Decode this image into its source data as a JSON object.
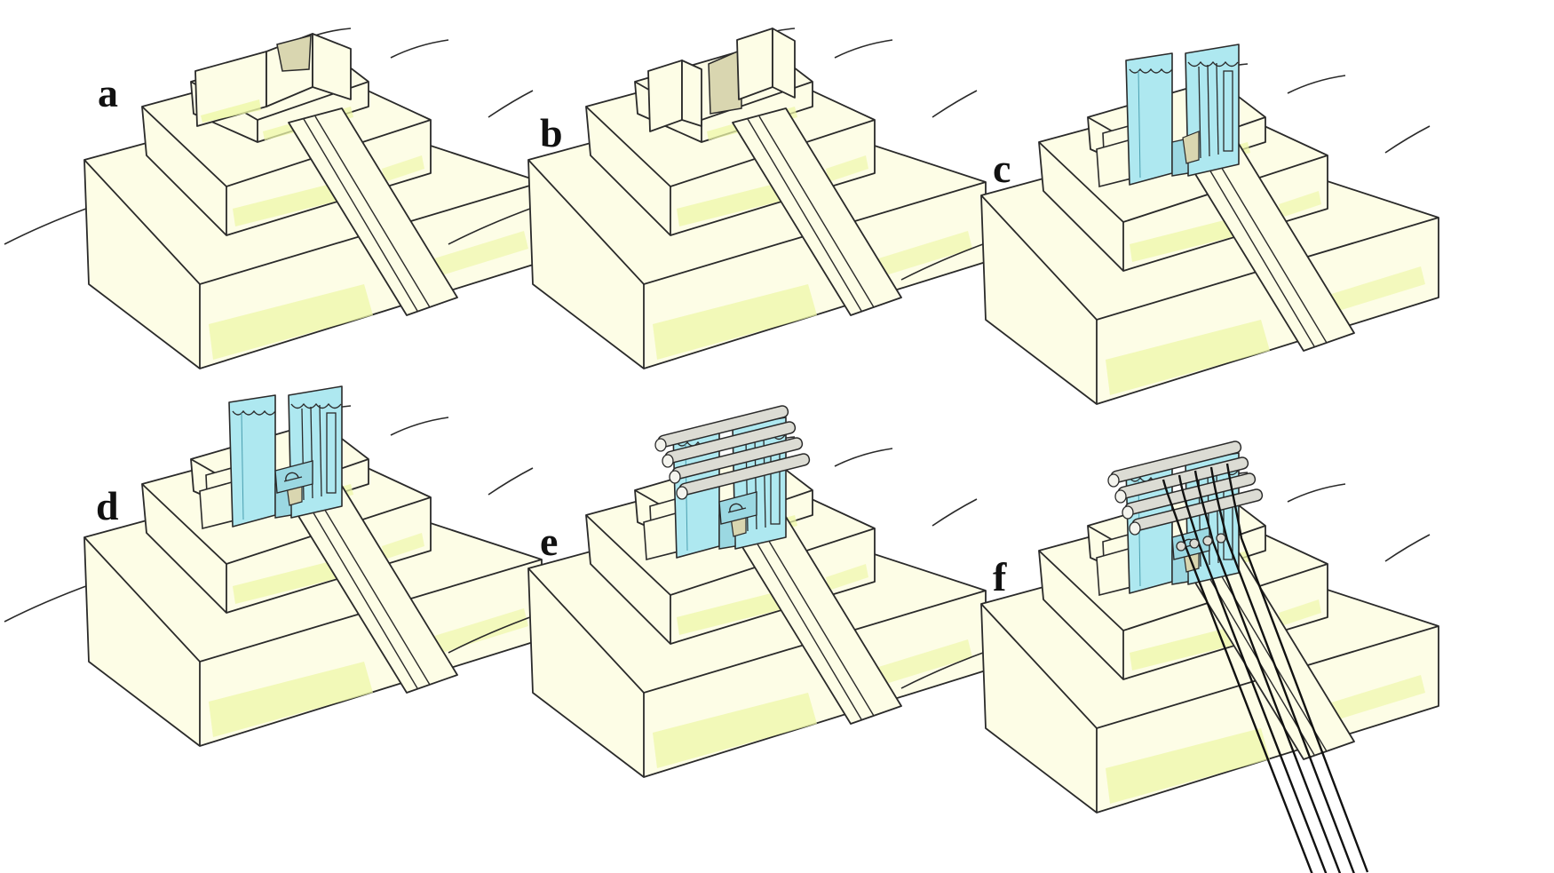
{
  "figure": {
    "panels": [
      {
        "label": "a",
        "stage": "base-notch",
        "has_clamp": false,
        "has_rods": false,
        "has_wires": false,
        "block_split": false
      },
      {
        "label": "b",
        "stage": "split-blocks",
        "has_clamp": false,
        "has_rods": false,
        "has_wires": false,
        "block_split": true
      },
      {
        "label": "c",
        "stage": "clamp-frame",
        "has_clamp": true,
        "has_rods": false,
        "has_wires": false,
        "block_split": true
      },
      {
        "label": "d",
        "stage": "clamp-frame-bolt",
        "has_clamp": true,
        "has_rods": false,
        "has_wires": false,
        "block_split": true
      },
      {
        "label": "e",
        "stage": "rods-inserted",
        "has_clamp": true,
        "has_rods": true,
        "has_wires": false,
        "block_split": true
      },
      {
        "label": "f",
        "stage": "wires-wound",
        "has_clamp": true,
        "has_rods": true,
        "has_wires": true,
        "block_split": true
      }
    ],
    "colors": {
      "outline": "#2a2a2a",
      "block_fill": "#fdfde6",
      "block_highlight": "#eef7a8",
      "notch_fill": "#d9d6b0",
      "clamp_fill": "#aee8f0",
      "clamp_edge": "#4a9fb0",
      "rod_fill": "#dcdcd4",
      "wire": "#111111"
    }
  }
}
